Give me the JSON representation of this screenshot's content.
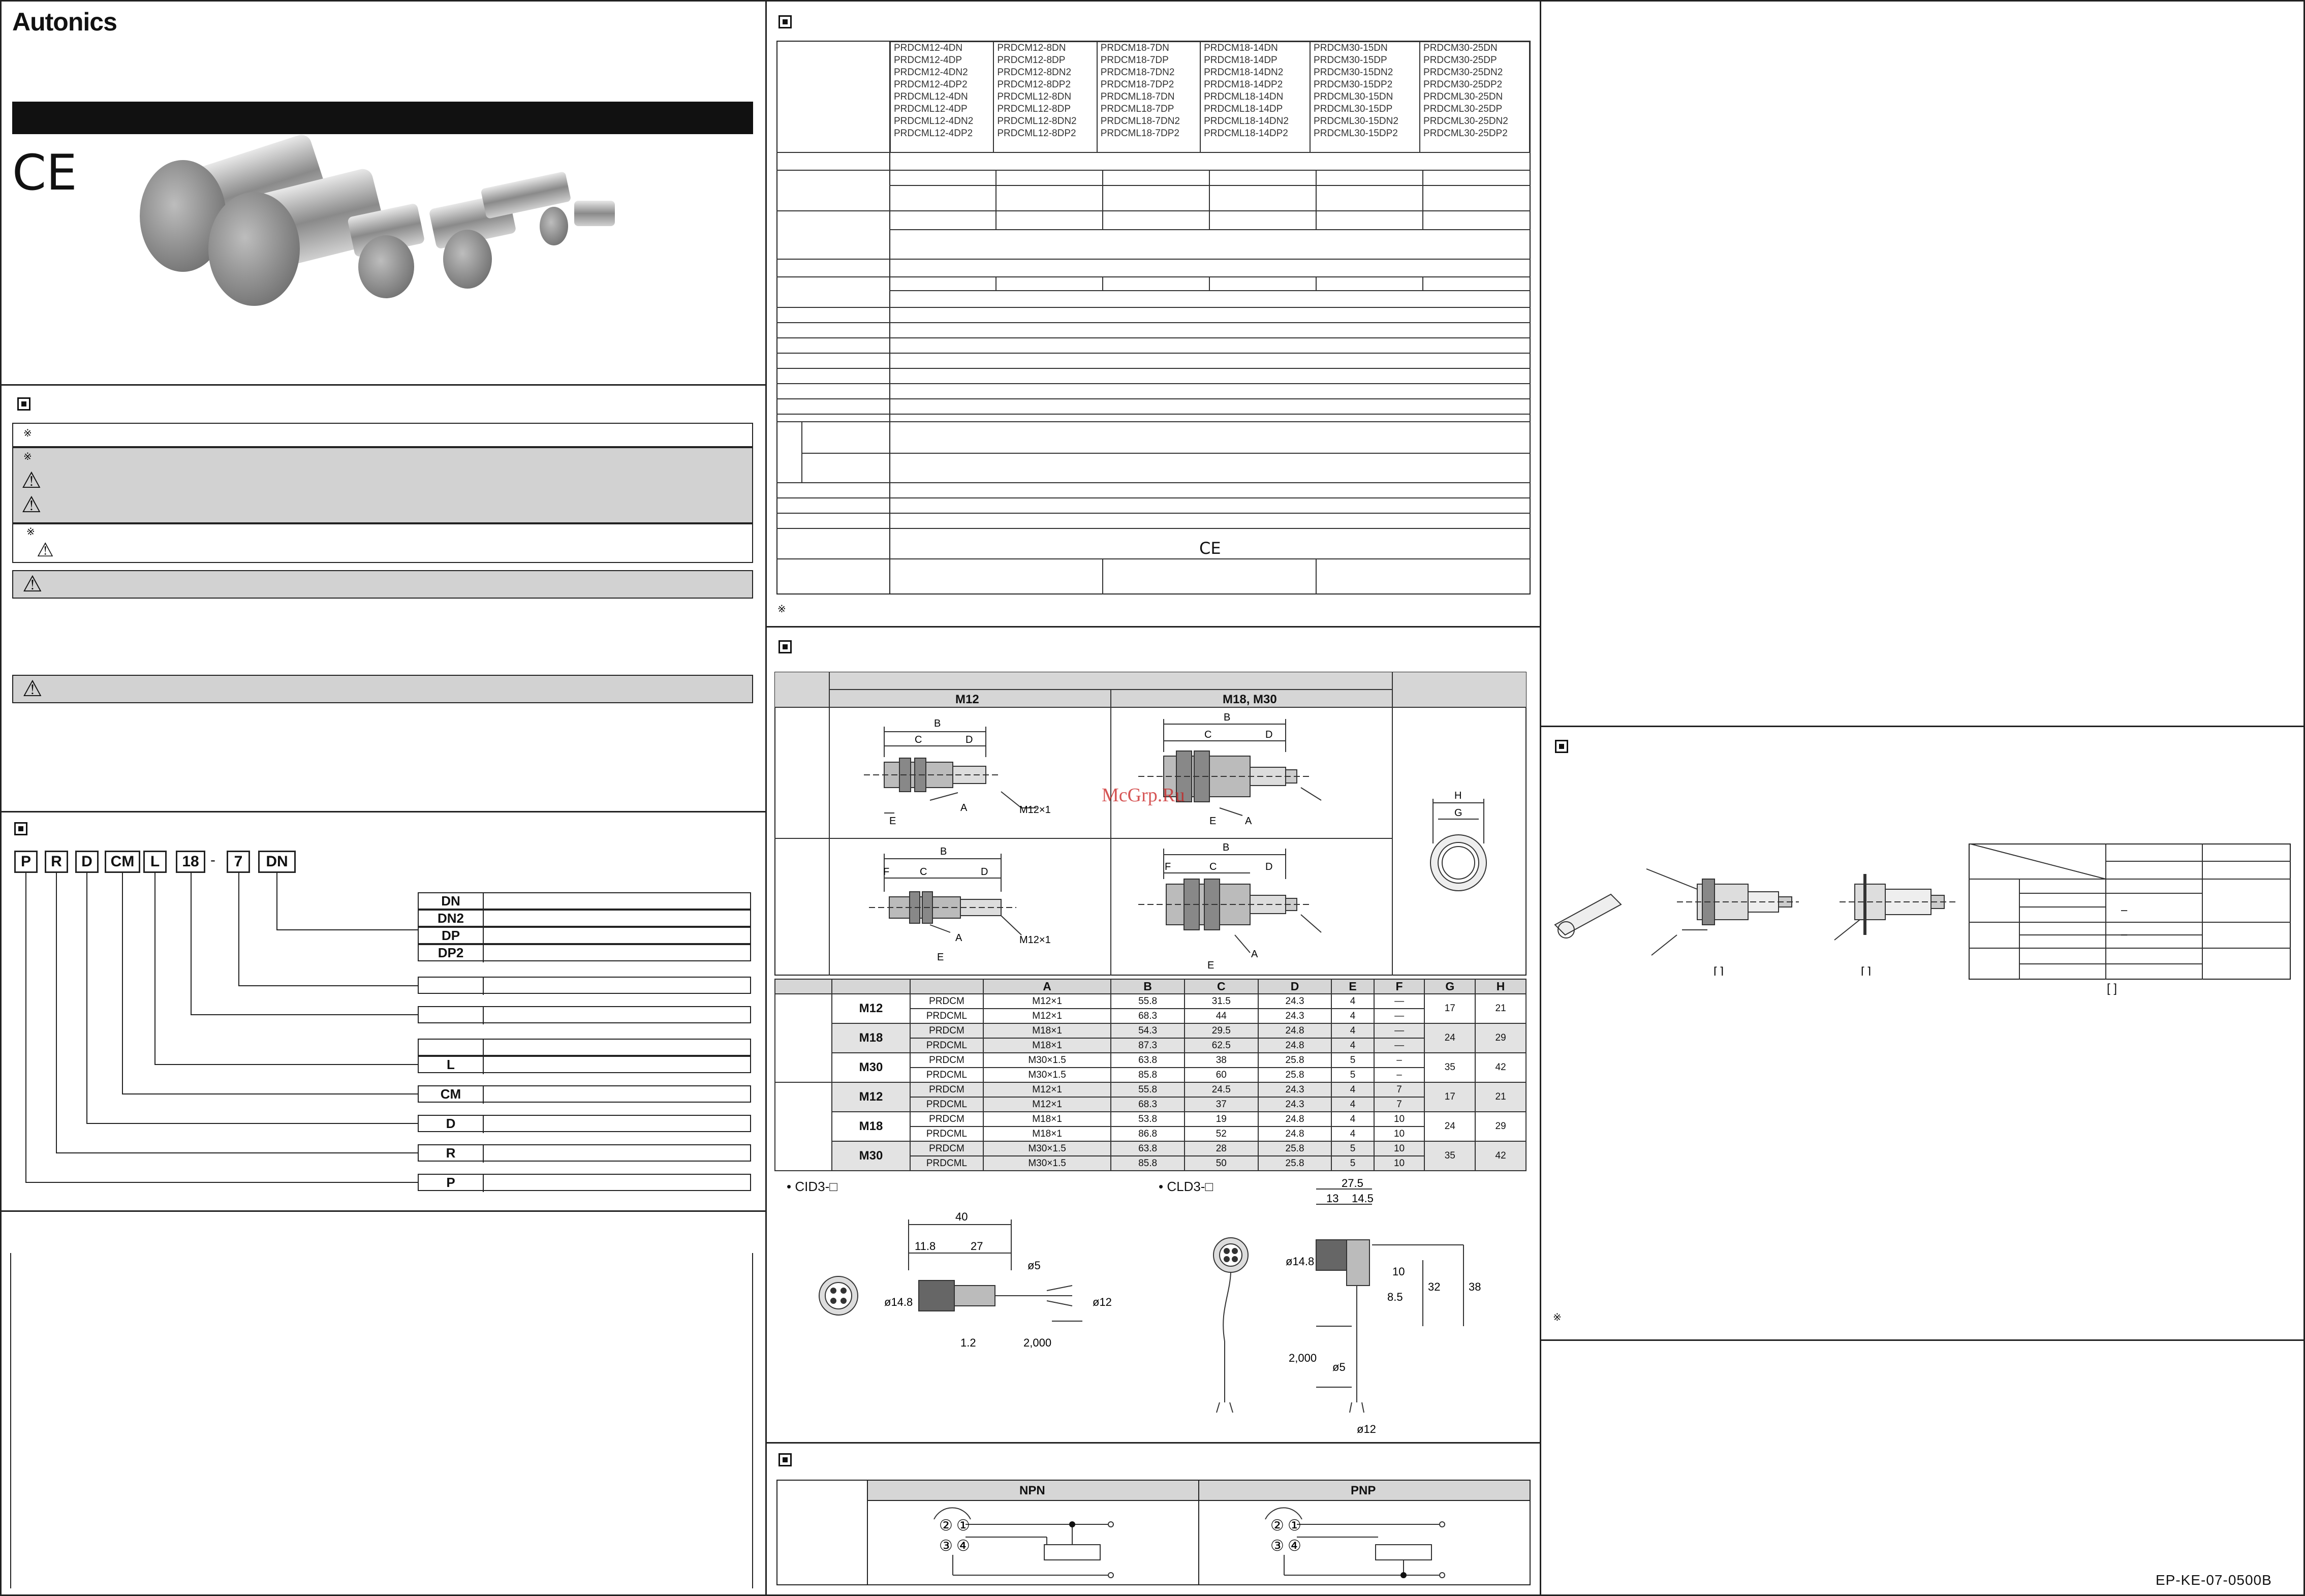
{
  "brand": "Autonics",
  "ce_mark": "CE",
  "doc_code": "EP-KE-07-0500B",
  "watermark": "McGrp.Ru",
  "note_mark": "※",
  "warning_glyph": "⚠",
  "ordering": {
    "code_parts": [
      "P",
      "R",
      "D",
      "CM",
      "L",
      "18",
      "7",
      "DN"
    ],
    "separator": "-",
    "output_codes": [
      "DN",
      "DN2",
      "DP",
      "DP2"
    ],
    "legend_codes": [
      "L",
      "CM",
      "D",
      "R",
      "P"
    ]
  },
  "models": {
    "columns": [
      [
        "PRDCM12-4DN",
        "PRDCM12-4DP",
        "PRDCM12-4DN2",
        "PRDCM12-4DP2",
        "PRDCML12-4DN",
        "PRDCML12-4DP",
        "PRDCML12-4DN2",
        "PRDCML12-4DP2"
      ],
      [
        "PRDCM12-8DN",
        "PRDCM12-8DP",
        "PRDCM12-8DN2",
        "PRDCM12-8DP2",
        "PRDCML12-8DN",
        "PRDCML12-8DP",
        "PRDCML12-8DN2",
        "PRDCML12-8DP2"
      ],
      [
        "PRDCM18-7DN",
        "PRDCM18-7DP",
        "PRDCM18-7DN2",
        "PRDCM18-7DP2",
        "PRDCML18-7DN",
        "PRDCML18-7DP",
        "PRDCML18-7DN2",
        "PRDCML18-7DP2"
      ],
      [
        "PRDCM18-14DN",
        "PRDCM18-14DP",
        "PRDCM18-14DN2",
        "PRDCM18-14DP2",
        "PRDCML18-14DN",
        "PRDCML18-14DP",
        "PRDCML18-14DN2",
        "PRDCML18-14DP2"
      ],
      [
        "PRDCM30-15DN",
        "PRDCM30-15DP",
        "PRDCM30-15DN2",
        "PRDCM30-15DP2",
        "PRDCML30-15DN",
        "PRDCML30-15DP",
        "PRDCML30-15DN2",
        "PRDCML30-15DP2"
      ],
      [
        "PRDCM30-25DN",
        "PRDCM30-25DP",
        "PRDCM30-25DN2",
        "PRDCM30-25DP2",
        "PRDCML30-25DN",
        "PRDCML30-25DP",
        "PRDCML30-25DN2",
        "PRDCML30-25DP2"
      ]
    ]
  },
  "dimensions": {
    "group_headers": [
      "M12",
      "M18, M30"
    ],
    "columns": [
      "A",
      "B",
      "C",
      "D",
      "E",
      "F",
      "G",
      "H"
    ],
    "groups": [
      {
        "size": "M12",
        "G": "17",
        "H": "21",
        "rows": [
          {
            "model": "PRDCM",
            "A": "M12×1",
            "B": "55.8",
            "C": "31.5",
            "D": "24.3",
            "E": "4",
            "F": "—"
          },
          {
            "model": "PRDCML",
            "A": "M12×1",
            "B": "68.3",
            "C": "44",
            "D": "24.3",
            "E": "4",
            "F": "—"
          }
        ]
      },
      {
        "size": "M18",
        "G": "24",
        "H": "29",
        "rows": [
          {
            "model": "PRDCM",
            "A": "M18×1",
            "B": "54.3",
            "C": "29.5",
            "D": "24.8",
            "E": "4",
            "F": "—"
          },
          {
            "model": "PRDCML",
            "A": "M18×1",
            "B": "87.3",
            "C": "62.5",
            "D": "24.8",
            "E": "4",
            "F": "—"
          }
        ]
      },
      {
        "size": "M30",
        "G": "35",
        "H": "42",
        "rows": [
          {
            "model": "PRDCM",
            "A": "M30×1.5",
            "B": "63.8",
            "C": "38",
            "D": "25.8",
            "E": "5",
            "F": "–"
          },
          {
            "model": "PRDCML",
            "A": "M30×1.5",
            "B": "85.8",
            "C": "60",
            "D": "25.8",
            "E": "5",
            "F": "–"
          }
        ]
      },
      {
        "size": "M12",
        "G": "17",
        "H": "21",
        "rows": [
          {
            "model": "PRDCM",
            "A": "M12×1",
            "B": "55.8",
            "C": "24.5",
            "D": "24.3",
            "E": "4",
            "F": "7"
          },
          {
            "model": "PRDCML",
            "A": "M12×1",
            "B": "68.3",
            "C": "37",
            "D": "24.3",
            "E": "4",
            "F": "7"
          }
        ]
      },
      {
        "size": "M18",
        "G": "24",
        "H": "29",
        "rows": [
          {
            "model": "PRDCM",
            "A": "M18×1",
            "B": "53.8",
            "C": "19",
            "D": "24.8",
            "E": "4",
            "F": "10"
          },
          {
            "model": "PRDCML",
            "A": "M18×1",
            "B": "86.8",
            "C": "52",
            "D": "24.8",
            "E": "4",
            "F": "10"
          }
        ]
      },
      {
        "size": "M30",
        "G": "35",
        "H": "42",
        "rows": [
          {
            "model": "PRDCM",
            "A": "M30×1.5",
            "B": "63.8",
            "C": "28",
            "D": "25.8",
            "E": "5",
            "F": "10"
          },
          {
            "model": "PRDCML",
            "A": "M30×1.5",
            "B": "85.8",
            "C": "50",
            "D": "25.8",
            "E": "5",
            "F": "10"
          }
        ]
      }
    ],
    "drawing_labels": {
      "A": "A",
      "B": "B",
      "C": "C",
      "D": "D",
      "E": "E",
      "F": "F",
      "G": "G",
      "H": "H",
      "thread": "M12×1"
    }
  },
  "connectors": {
    "cid3_title": "• CID3-□",
    "cld3_title": "• CLD3-□",
    "cid3_dims": [
      "40",
      "11.8",
      "27",
      "ø14.8",
      "ø5",
      "ø12",
      "1.2",
      "2,000"
    ],
    "cld3_dims": [
      "27.5",
      "13",
      "14.5",
      "ø14.8",
      "10",
      "8.5",
      "32",
      "38",
      "2,000",
      "ø5",
      "ø12"
    ]
  },
  "wiring": {
    "headers": [
      "NPN",
      "PNP"
    ],
    "pins": [
      "②",
      "①",
      "③",
      "④"
    ]
  },
  "mounting": {
    "brackets": [
      "[ ]",
      "[ ]",
      "[ ]"
    ],
    "dash": "–"
  }
}
